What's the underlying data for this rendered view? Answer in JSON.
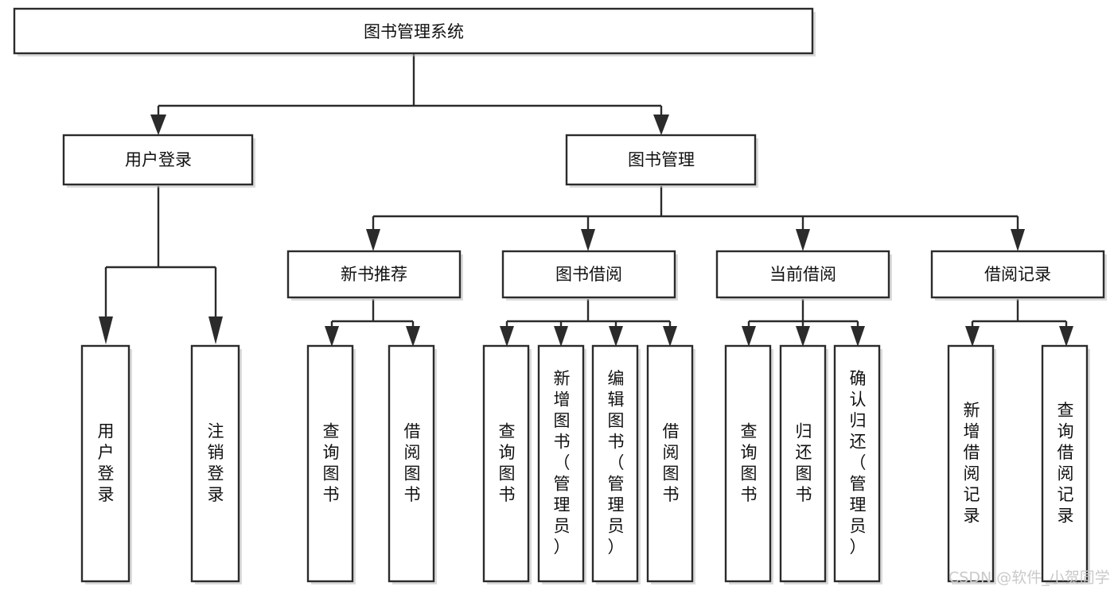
{
  "diagram": {
    "title": "图书管理系统",
    "type": "tree-hierarchy",
    "root": {
      "label": "图书管理系统"
    },
    "level2": [
      {
        "label": "用户登录"
      },
      {
        "label": "图书管理"
      }
    ],
    "level3": [
      {
        "label": "新书推荐"
      },
      {
        "label": "图书借阅"
      },
      {
        "label": "当前借阅"
      },
      {
        "label": "借阅记录"
      }
    ],
    "leaves": {
      "user_login": [
        {
          "label": "用户登录"
        },
        {
          "label": "注销登录"
        }
      ],
      "new_book_recommend": [
        {
          "label": "查询图书"
        },
        {
          "label": "借阅图书"
        }
      ],
      "book_borrow": [
        {
          "label": "查询图书"
        },
        {
          "label": "新增图书（管理员）"
        },
        {
          "label": "编辑图书（管理员）"
        },
        {
          "label": "借阅图书"
        }
      ],
      "current_borrow": [
        {
          "label": "查询图书"
        },
        {
          "label": "归还图书"
        },
        {
          "label": "确认归还（管理员）"
        }
      ],
      "borrow_record": [
        {
          "label": "新增借阅记录"
        },
        {
          "label": "查询借阅记录"
        }
      ]
    }
  },
  "watermark": {
    "text": "CSDN @软件_小贺同学"
  },
  "colors": {
    "stroke": "#2b2b2b",
    "fill": "#ffffff",
    "text": "#111111",
    "watermark": "#c9c9c9",
    "shadow": "#bdbdbd"
  }
}
